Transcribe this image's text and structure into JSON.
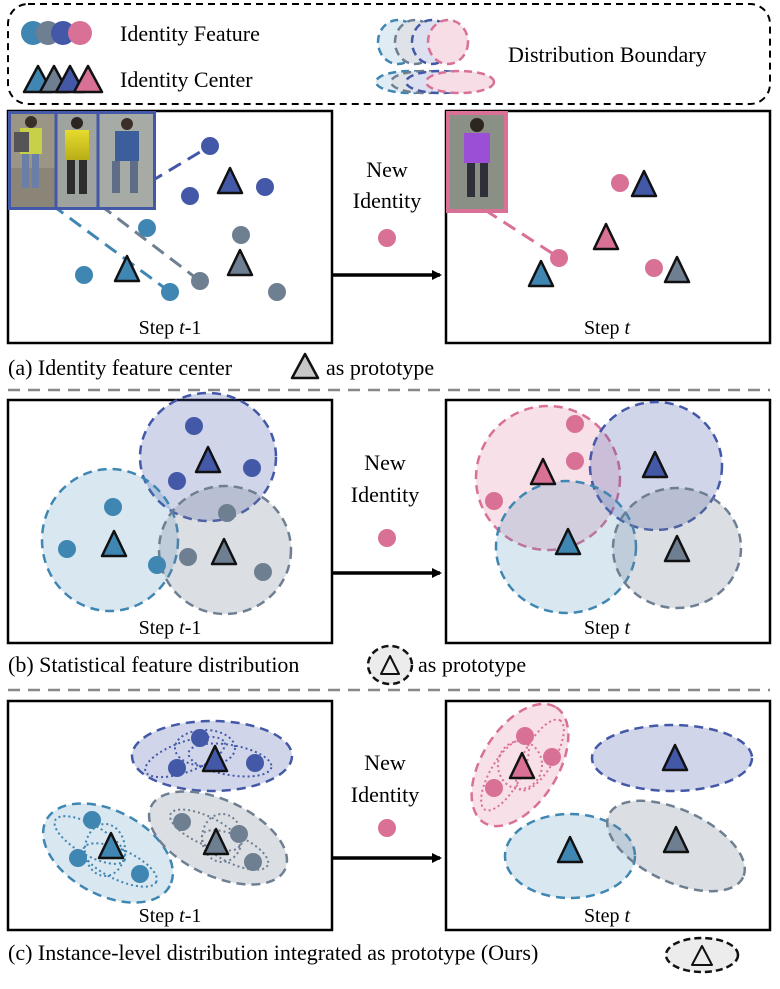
{
  "legend": {
    "feature_label": "Identity Feature",
    "center_label": "Identity Center",
    "boundary_label": "Distribution Boundary"
  },
  "colors": {
    "light_blue": "#3f86b3",
    "dark_blue": "#4359a8",
    "gray": "#6f7f92",
    "pink": "#d97196"
  },
  "panel_a": {
    "new_identity_line1": "New",
    "new_identity_line2": "Identity",
    "left_step_prefix": "Step ",
    "left_step_var": "t",
    "left_step_suffix": "-1",
    "right_step_prefix": "Step ",
    "right_step_var": "t",
    "caption_before": "(a) Identity feature center",
    "caption_after": "as prototype"
  },
  "panel_b": {
    "new_identity_line1": "New",
    "new_identity_line2": "Identity",
    "left_step_prefix": "Step ",
    "left_step_var": "t",
    "left_step_suffix": "-1",
    "right_step_prefix": "Step ",
    "right_step_var": "t",
    "caption_before": "(b) Statistical feature distribution",
    "caption_after": "as prototype"
  },
  "panel_c": {
    "new_identity_line1": "New",
    "new_identity_line2": "Identity",
    "left_step_prefix": "Step ",
    "left_step_var": "t",
    "left_step_suffix": "-1",
    "right_step_prefix": "Step ",
    "right_step_var": "t",
    "caption_before": "(c) Instance-level distribution integrated as prototype (Ours)"
  }
}
